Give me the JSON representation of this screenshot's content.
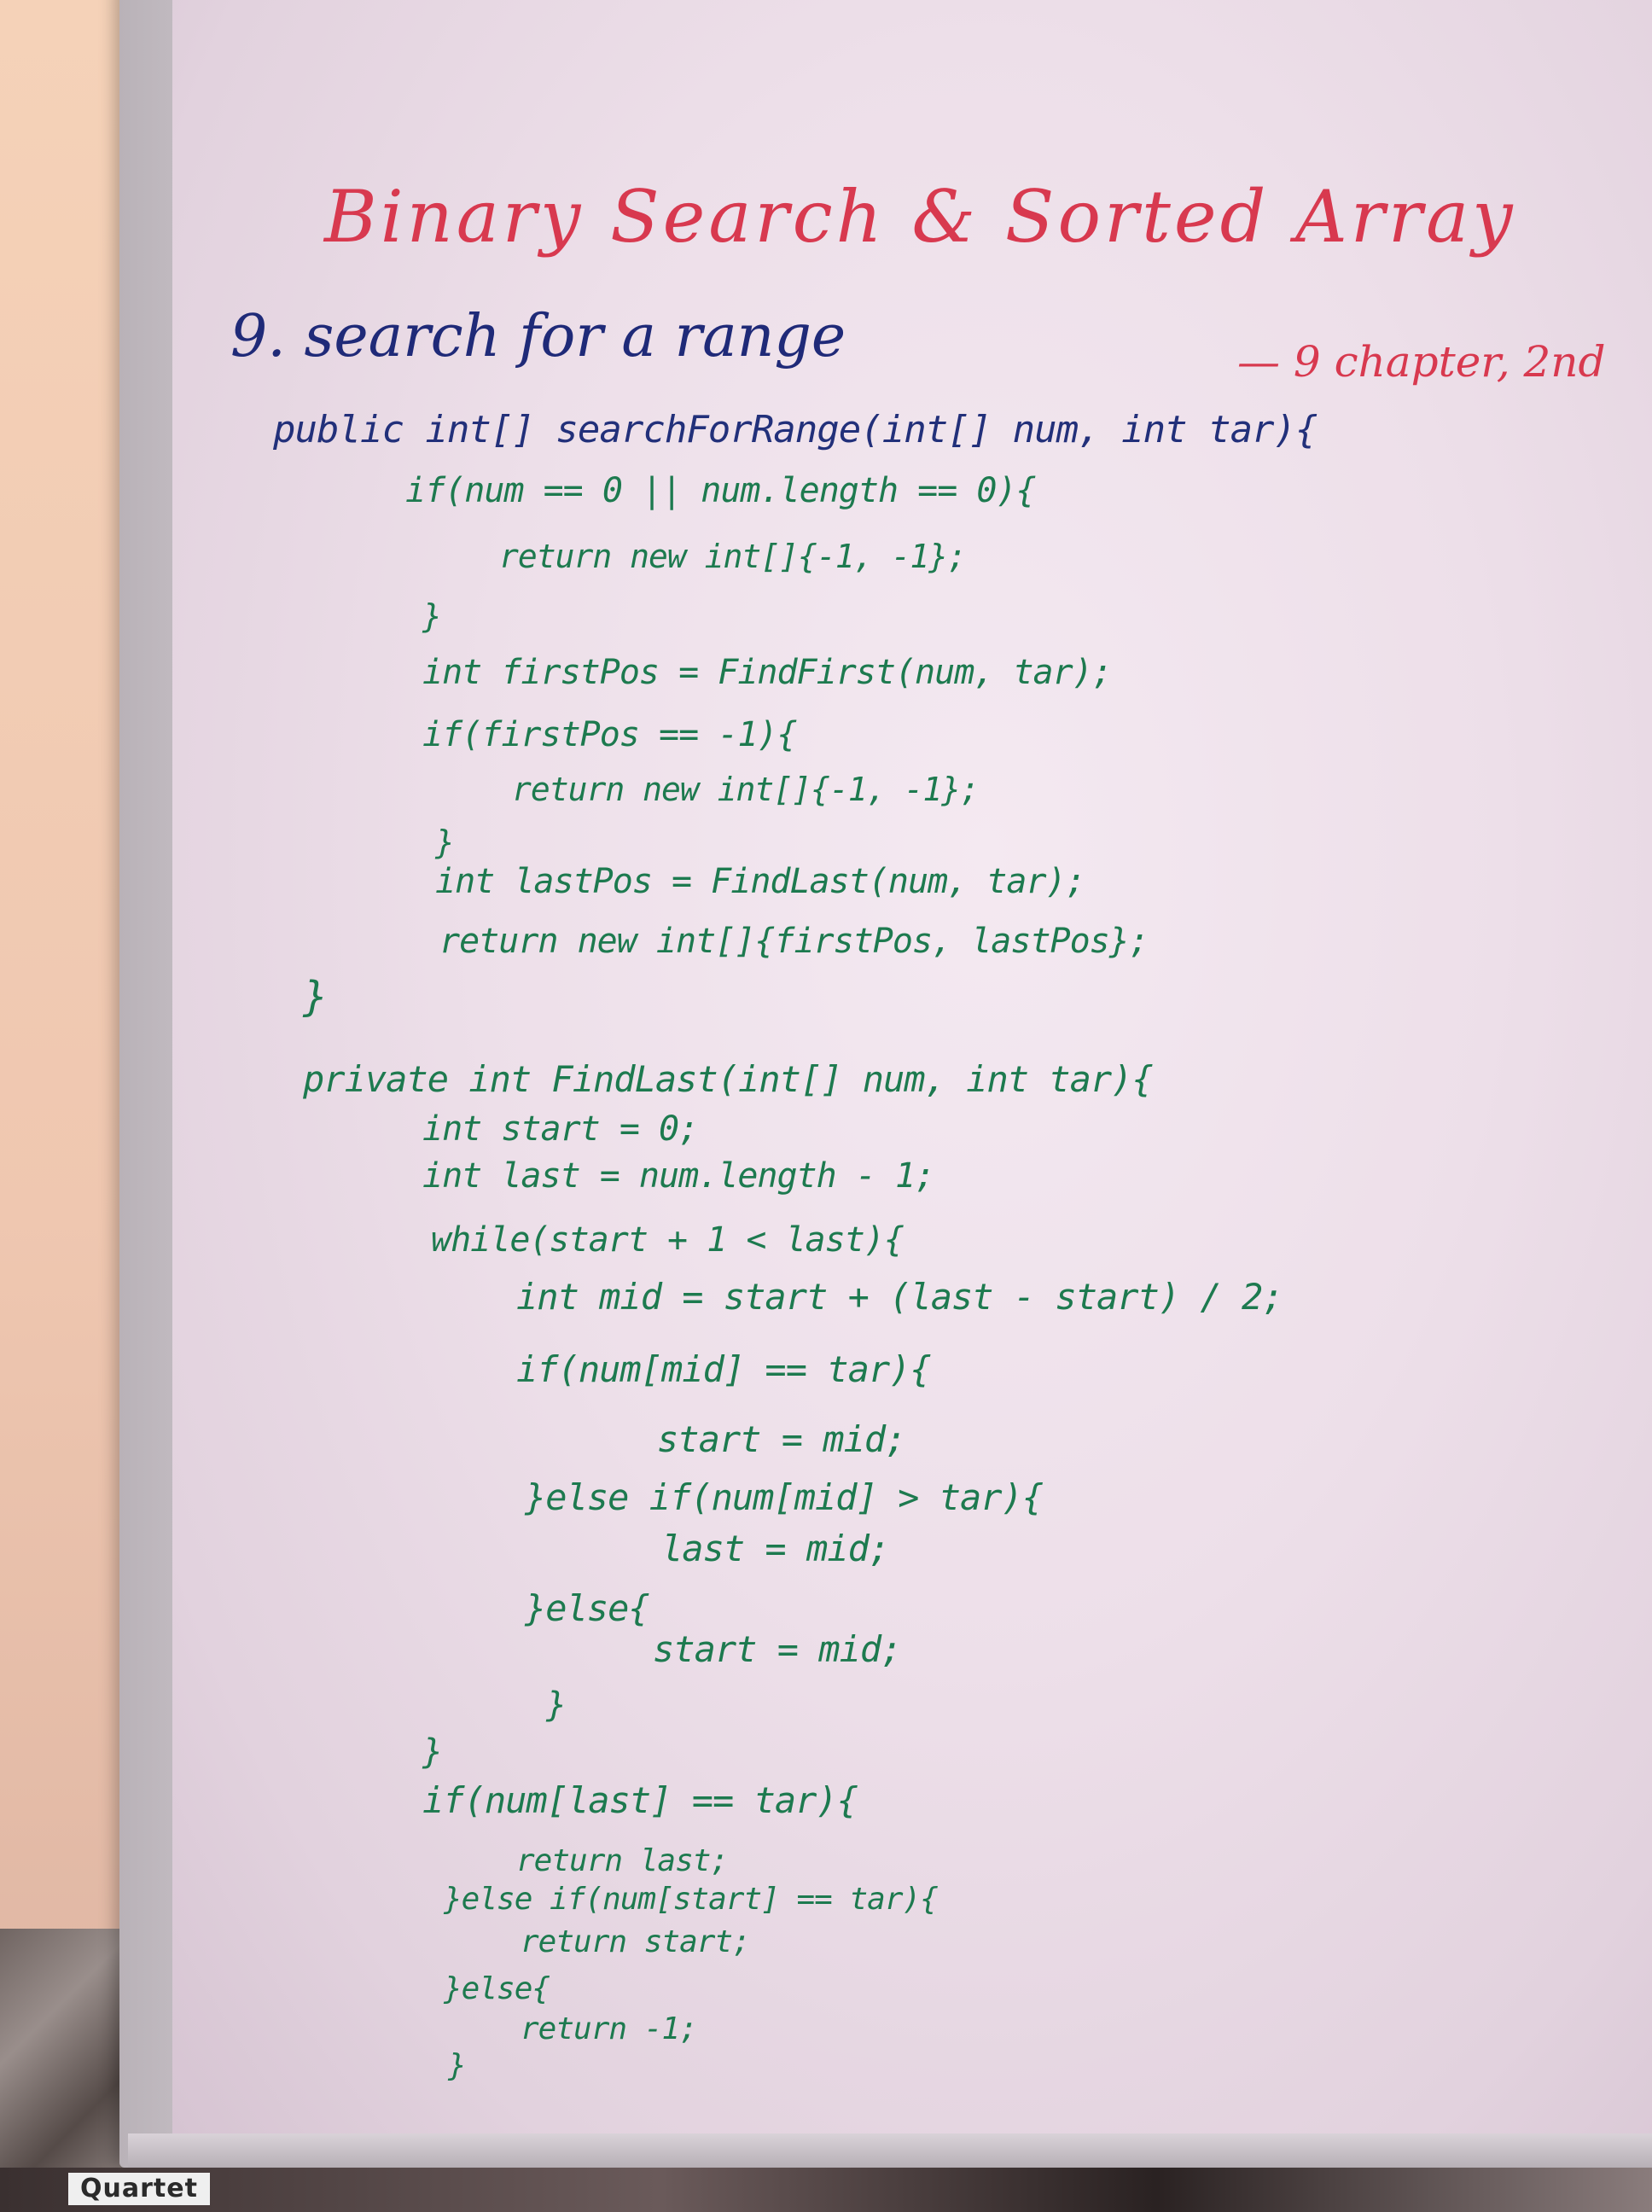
{
  "whiteboard": {
    "title": "Binary Search & Sorted Array",
    "subtitle": "9. search for a range",
    "side_note": "— 9 chapter, 2nd",
    "code_lines": [
      {
        "text": "public int[] searchForRange(int[] num, int tar){",
        "color": "#22307a"
      },
      {
        "text": "if(num == 0 || num.length == 0){",
        "color": "#1d7a4f"
      },
      {
        "text": "return new int[]{-1, -1};",
        "color": "#1d7a4f"
      },
      {
        "text": "}",
        "color": "#1d7a4f"
      },
      {
        "text": "int firstPos = FindFirst(num, tar);",
        "color": "#1d7a4f"
      },
      {
        "text": "if(firstPos == -1){",
        "color": "#1d7a4f"
      },
      {
        "text": "return new int[]{-1, -1};",
        "color": "#1d7a4f"
      },
      {
        "text": "}",
        "color": "#1d7a4f"
      },
      {
        "text": "int lastPos = FindLast(num, tar);",
        "color": "#1d7a4f"
      },
      {
        "text": "return new int[]{firstPos, lastPos};",
        "color": "#1d7a4f"
      },
      {
        "text": "}",
        "color": "#1d7a4f"
      },
      {
        "text": "private int FindLast(int[] num, int tar){",
        "color": "#1d7a4f"
      },
      {
        "text": "int start = 0;",
        "color": "#1d7a4f"
      },
      {
        "text": "int last = num.length - 1;",
        "color": "#1d7a4f"
      },
      {
        "text": "while(start + 1 < last){",
        "color": "#1d7a4f"
      },
      {
        "text": "int mid = start + (last - start) / 2;",
        "color": "#1d7a4f"
      },
      {
        "text": "if(num[mid] == tar){",
        "color": "#1d7a4f"
      },
      {
        "text": "start = mid;",
        "color": "#1d7a4f"
      },
      {
        "text": "}else if(num[mid] > tar){",
        "color": "#1d7a4f"
      },
      {
        "text": "last = mid;",
        "color": "#1d7a4f"
      },
      {
        "text": "}else{",
        "color": "#1d7a4f"
      },
      {
        "text": "start = mid;",
        "color": "#1d7a4f"
      },
      {
        "text": "}",
        "color": "#1d7a4f"
      },
      {
        "text": "}",
        "color": "#1d7a4f"
      },
      {
        "text": "if(num[last] == tar){",
        "color": "#1d7a4f"
      },
      {
        "text": "return last;",
        "color": "#1d7a4f"
      },
      {
        "text": "}else if(num[start] == tar){",
        "color": "#1d7a4f"
      },
      {
        "text": "return start;",
        "color": "#1d7a4f"
      },
      {
        "text": "}else{",
        "color": "#1d7a4f"
      },
      {
        "text": "return -1;",
        "color": "#1d7a4f"
      },
      {
        "text": "}",
        "color": "#1d7a4f"
      }
    ]
  },
  "brand_label": "Quartet",
  "colors": {
    "title_ink": "#d8394f",
    "blue_ink": "#22307a",
    "green_ink": "#1d7a4f",
    "board": "#eddfe9"
  }
}
